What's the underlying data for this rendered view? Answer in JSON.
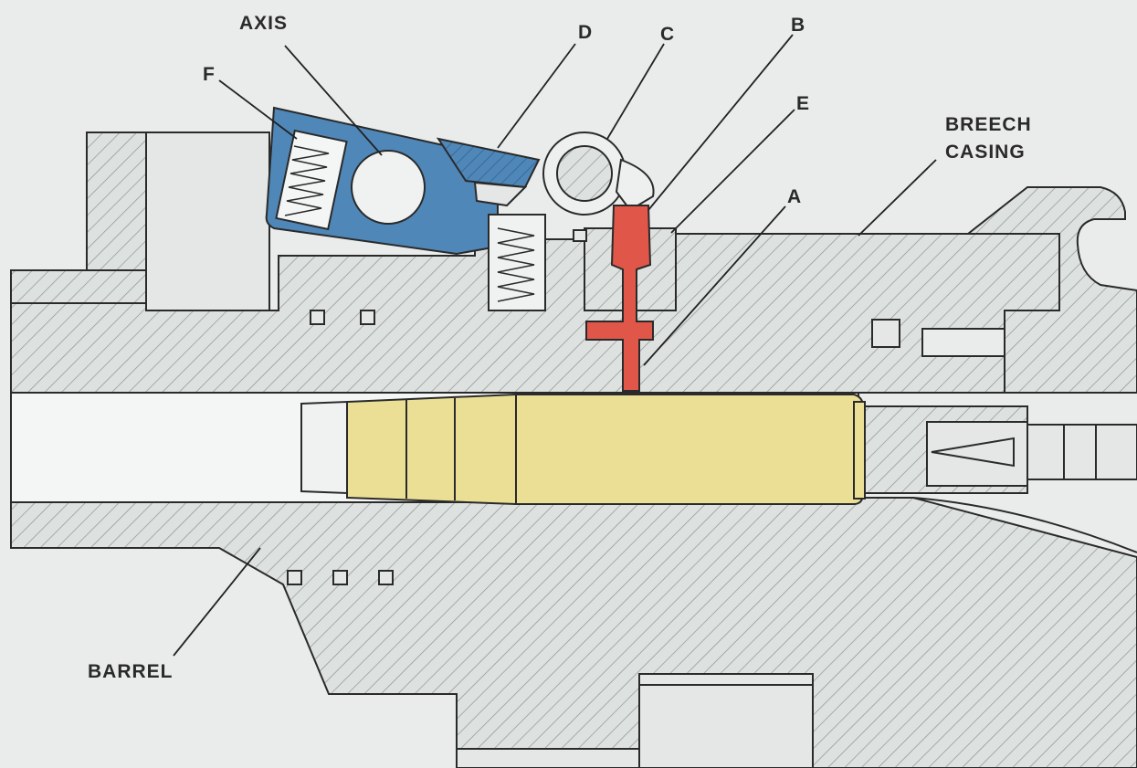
{
  "labels": {
    "axis": "AXIS",
    "d": "D",
    "c": "C",
    "b": "B",
    "e": "E",
    "f": "F",
    "a": "A",
    "breech_line1": "BREECH",
    "breech_line2": "CASING",
    "barrel": "BARREL"
  },
  "colors": {
    "background": "#e9ecea",
    "steel": "#dde1df",
    "hatch": "#8e9593",
    "outline": "#2a2a2a",
    "lever_blue": "#4f87b8",
    "pin_red": "#e0574a",
    "cartridge_yellow": "#ebdf95",
    "bore": "#f4f6f5"
  },
  "icons": {
    "spring": "coil-spring-icon"
  }
}
